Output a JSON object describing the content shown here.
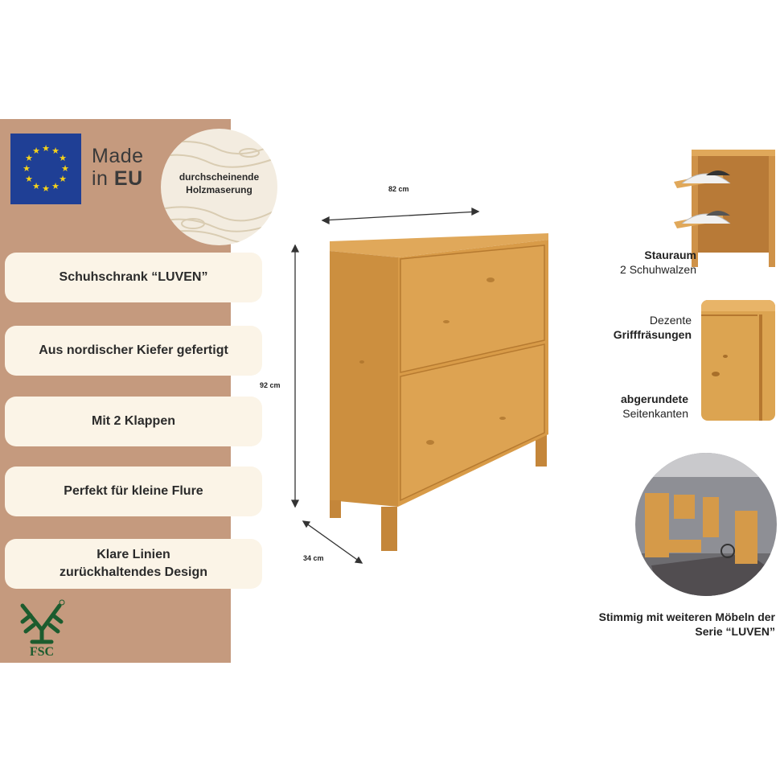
{
  "badges": {
    "made_line1": "Made",
    "made_in": "in",
    "made_eu": "EU",
    "wood_line1": "durchscheinende",
    "wood_line2": "Holzmaserung"
  },
  "features": [
    {
      "label": "Schuhschrank “LUVEN”"
    },
    {
      "label": "Aus nordischer Kiefer gefertigt"
    },
    {
      "label": "Mit 2 Klappen"
    },
    {
      "label": "Perfekt für kleine Flure"
    },
    {
      "label_line1": "Klare Linien",
      "label_line2": "zurückhaltendes Design"
    }
  ],
  "certification": {
    "label": "FSC"
  },
  "dimensions": {
    "width": "82 cm",
    "height": "92 cm",
    "depth": "34 cm"
  },
  "details": {
    "storage_title": "Stauraum",
    "storage_sub": "2 Schuhwalzen",
    "grip_pre": "Dezente",
    "grip_title": "Grifffräsungen",
    "edges_title": "abgerundete",
    "edges_sub": "Seitenkanten",
    "series_line1": "Stimmig mit weiteren Möbeln der",
    "series_line2": "Serie “LUVEN”"
  },
  "colors": {
    "panel": "#c59a7e",
    "pill": "#fbf4e7",
    "wood": "#d79c47",
    "eu_blue": "#1f3f95",
    "eu_star": "#f5d21a"
  }
}
